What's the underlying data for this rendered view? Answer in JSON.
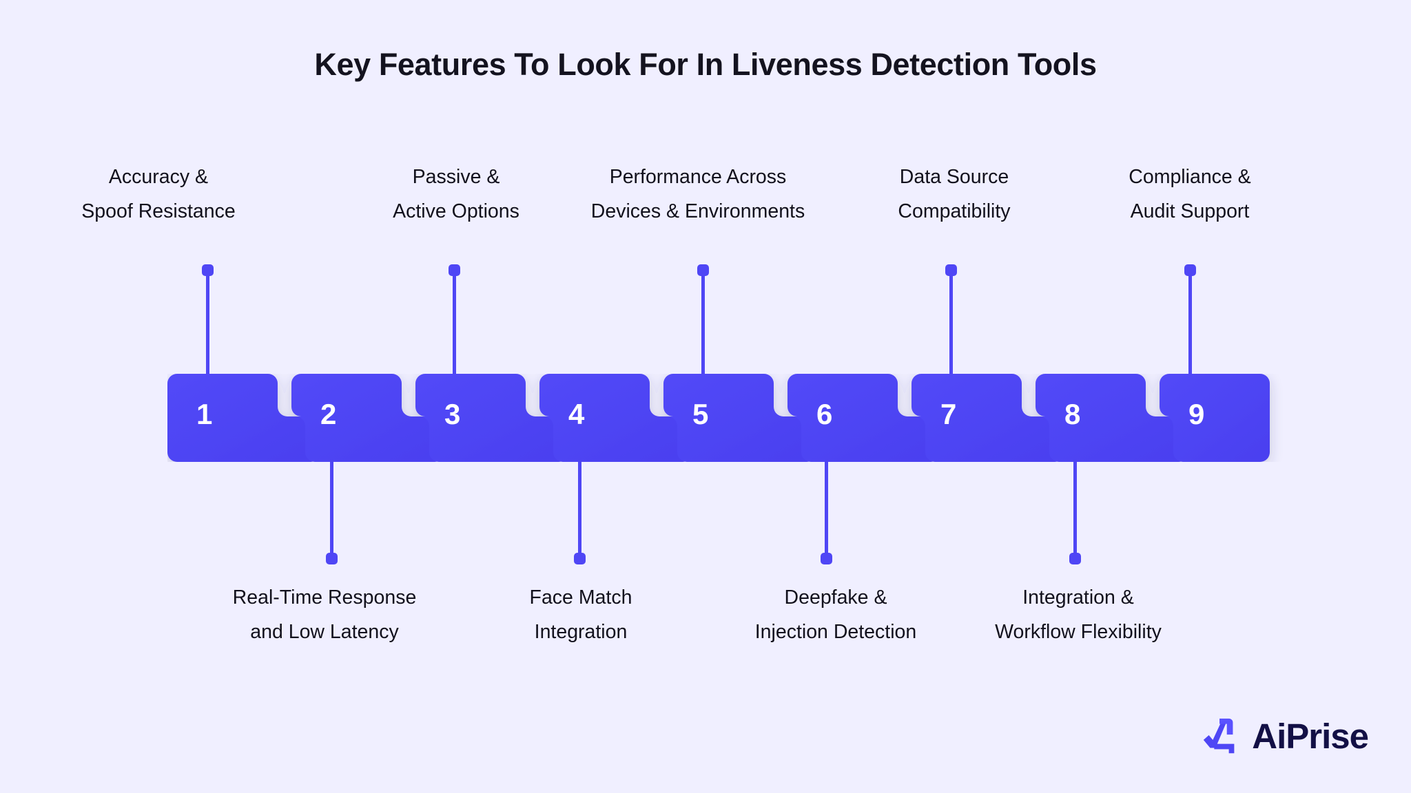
{
  "page": {
    "background_color": "#f0efff",
    "accent_color": "#4f46f5",
    "tile_color": "#4f46f5",
    "title_color": "#14131f",
    "label_color": "#12111c"
  },
  "title": "Key Features To Look For In Liveness Detection Tools",
  "steps": [
    {
      "number": "1",
      "position": "top",
      "line1": "Accuracy &",
      "line2": "Spoof Resistance"
    },
    {
      "number": "2",
      "position": "bottom",
      "line1": "Real-Time Response",
      "line2": "and Low Latency"
    },
    {
      "number": "3",
      "position": "top",
      "line1": "Passive &",
      "line2": "Active Options"
    },
    {
      "number": "4",
      "position": "bottom",
      "line1": "Face Match",
      "line2": "Integration"
    },
    {
      "number": "5",
      "position": "top",
      "line1": "Performance Across",
      "line2": "Devices & Environments"
    },
    {
      "number": "6",
      "position": "bottom",
      "line1": "Deepfake &",
      "line2": "Injection Detection"
    },
    {
      "number": "7",
      "position": "top",
      "line1": "Data Source",
      "line2": "Compatibility"
    },
    {
      "number": "8",
      "position": "bottom",
      "line1": "Integration &",
      "line2": "Workflow Flexibility"
    },
    {
      "number": "9",
      "position": "top",
      "line1": "Compliance &",
      "line2": "Audit Support"
    }
  ],
  "logo": {
    "wordmark": "AiPrise",
    "mark_color": "#4f46f5",
    "word_color": "#131045"
  }
}
